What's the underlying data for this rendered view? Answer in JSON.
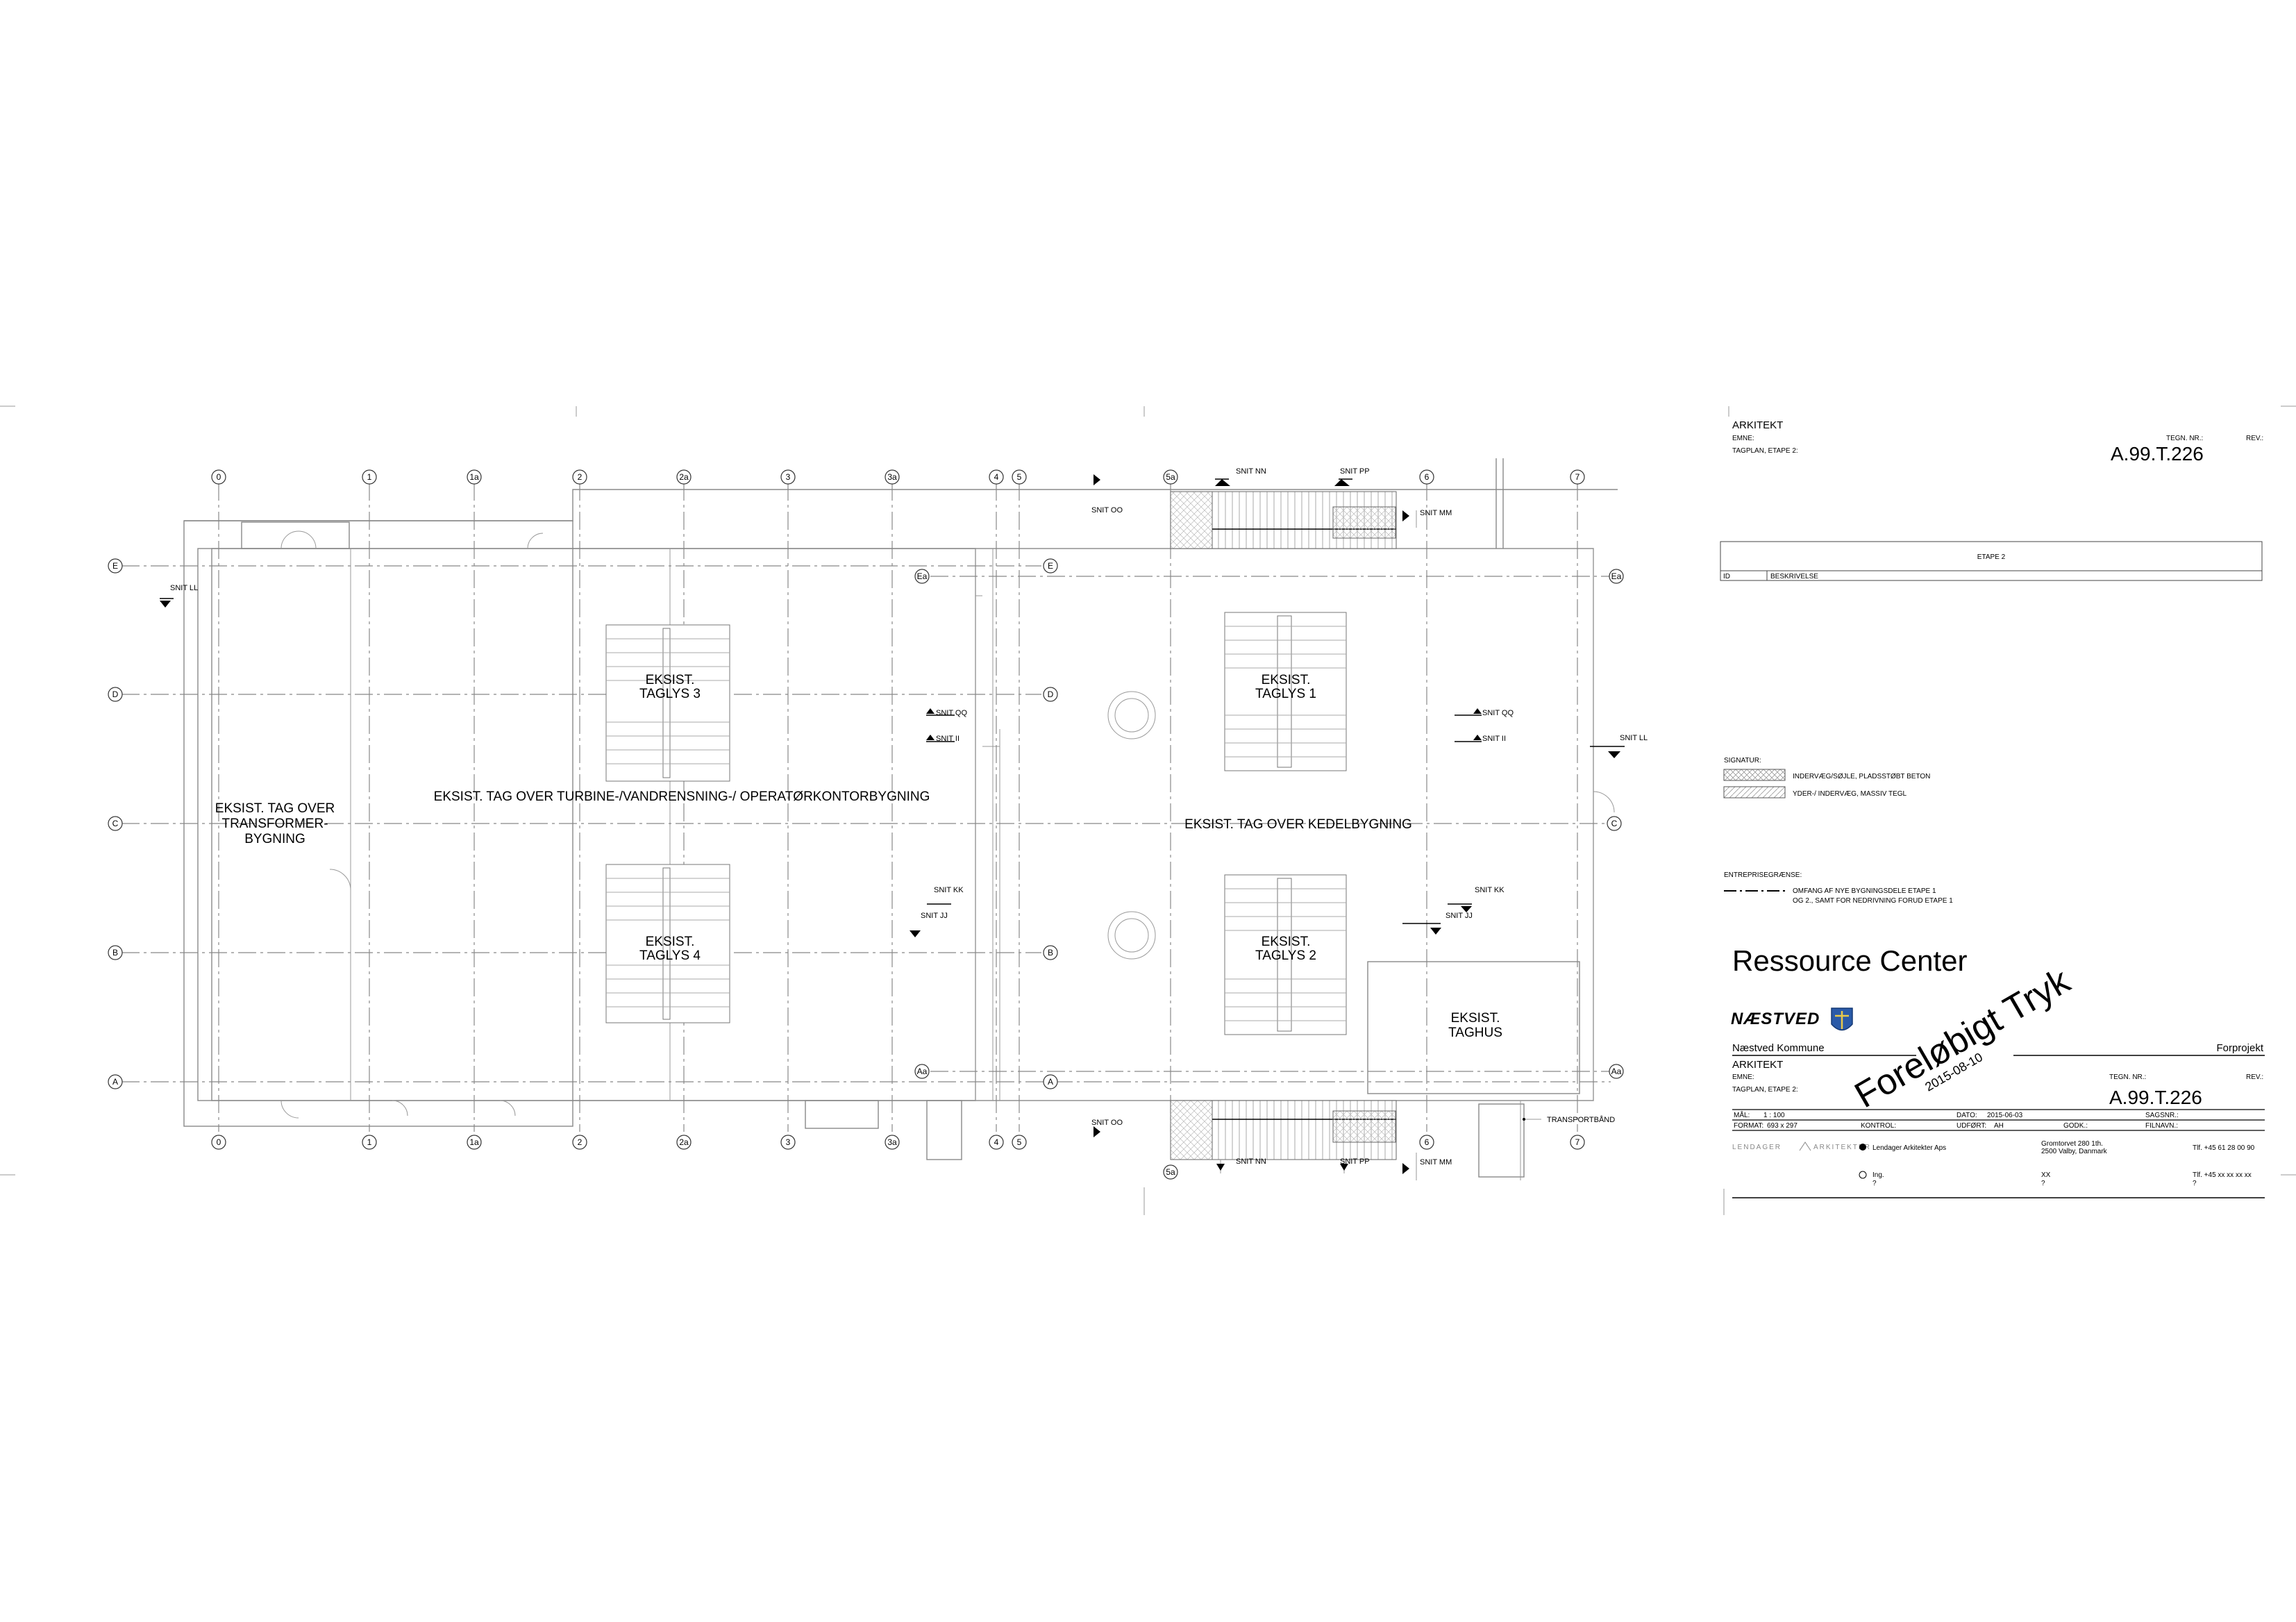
{
  "drawing": {
    "grid_top": [
      "0",
      "1",
      "1a",
      "2",
      "2a",
      "3",
      "3a",
      "4",
      "5",
      "5a",
      "6",
      "7"
    ],
    "grid_side": [
      "E",
      "D",
      "C",
      "B",
      "A"
    ],
    "grid_ea": "Ea",
    "grid_aa": "Aa",
    "areas": {
      "transformer_line1": "EKSIST. TAG OVER",
      "transformer_line2": "TRANSFORMER-",
      "transformer_line3": "BYGNING",
      "turbine": "EKSIST. TAG OVER TURBINE-/VANDRENSNING-/ OPERATØRKONTORBYGNING",
      "kedel": "EKSIST. TAG OVER KEDELBYGNING",
      "taglys_prefix": "EKSIST.",
      "taglys3": "TAGLYS 3",
      "taglys4": "TAGLYS 4",
      "taglys1": "TAGLYS 1",
      "taglys2": "TAGLYS 2",
      "taghus": "TAGHUS"
    },
    "sections": {
      "ll": "SNIT LL",
      "oo": "SNIT OO",
      "nn": "SNIT NN",
      "pp": "SNIT PP",
      "mm": "SNIT MM",
      "qq": "SNIT QQ",
      "ii": "SNIT II",
      "kk": "SNIT KK",
      "jj": "SNIT JJ"
    },
    "transportbaand": "TRANSPORTBÅND"
  },
  "titleblock": {
    "top": {
      "heading": "ARKITEKT",
      "emne_label": "EMNE:",
      "emne_value": "TAGPLAN, ETAPE 2:",
      "tegn_label": "TEGN. NR.:",
      "rev_label": "REV.:",
      "drawing_no": "A.99.T.226"
    },
    "revision_table": {
      "title": "ETAPE 2",
      "col_id": "ID",
      "col_desc": "BESKRIVELSE"
    },
    "signatur": {
      "title": "SIGNATUR:",
      "item1": "INDERVÆG/SØJLE, PLADSSTØBT BETON",
      "item2": "YDER-/ INDERVÆG, MASSIV TEGL"
    },
    "entreprise": {
      "title": "ENTREPRISEGRÆNSE:",
      "line1": "OMFANG AF NYE BYGNINGSDELE ETAPE 1",
      "line2": "OG 2., SAMT FOR NEDRIVNING FORUD ETAPE 1"
    },
    "project_name": "Ressource Center",
    "logo_text": "NÆSTVED",
    "client": "Næstved Kommune",
    "phase": "Forprojekt",
    "bottom": {
      "heading": "ARKITEKT",
      "emne_label": "EMNE:",
      "emne_value": "TAGPLAN, ETAPE 2:",
      "tegn_label": "TEGN. NR.:",
      "rev_label": "REV.:",
      "drawing_no": "A.99.T.226"
    },
    "info": {
      "maal_label": "MÅL:",
      "maal_value": "1 : 100",
      "dato_label": "DATO:",
      "dato_value": "2015-06-03",
      "sagsnr_label": "SAGSNR.:",
      "format_label": "FORMAT:",
      "format_value": "693 x 297",
      "kontrol_label": "KONTROL:",
      "udfort_label": "UDFØRT:",
      "udfort_value": "AH",
      "godk_label": "GODK.:",
      "filnavn_label": "FILNAVN.:"
    },
    "firm": {
      "lendager": "LENDAGER",
      "arkitekter": "ARKITEKTER",
      "name": "Lendager Arkitekter Aps",
      "address1": "Gromtorvet  280 1th.",
      "address2": "2500 Valby, Danmark",
      "tlf": "Tlf.  +45 61 28 00 90",
      "ing": "Ing.",
      "q1": "?",
      "xx": "XX",
      "q2": "?",
      "tlf2": "Tlf.  +45 xx xx xx xx",
      "q3": "?"
    },
    "watermark": "Foreløbigt Tryk",
    "watermark_date": "2015-08-10"
  }
}
